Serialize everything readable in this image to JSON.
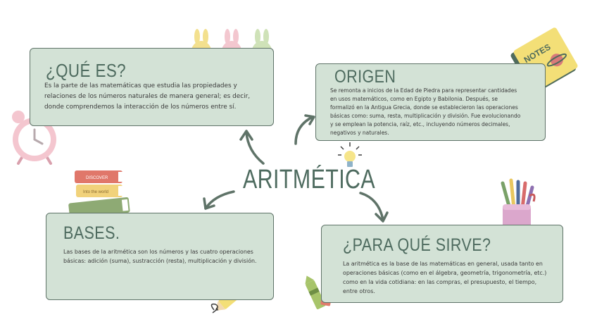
{
  "center": {
    "title": "ARITMÉTICA"
  },
  "cards": {
    "que_es": {
      "title": "¿QUÉ ES?",
      "lines": [
        "Es la parte de las matemáticas que estudia las propiedades y",
        "relaciones de los números naturales de manera general; es decir,",
        "donde comprendemos la interacción de los números entre sí."
      ]
    },
    "origen": {
      "title": "ORIGEN",
      "lines": [
        "Se remonta a inicios de la Edad de Piedra para representar cantidades",
        "en usos matemáticos, como en Egipto y Babilonia. Después, se",
        "formalizó en la Antigua Grecia, donde se establecieron las operaciones",
        "básicas como: suma, resta, multiplicación y división. Fue evolucionando",
        "y se emplean la potencia, raíz, etc., incluyendo números decimales,",
        "negativos y naturales."
      ]
    },
    "bases": {
      "title": "BASES.",
      "lines": [
        "Las bases de la aritmética son los números y las cuatro operaciones",
        "básicas: adición (suma), sustracción (resta), multiplicación y división."
      ]
    },
    "para_que": {
      "title": "¿PARA QUÉ SIRVE?",
      "lines": [
        "La aritmética es la base de las matemáticas en general, usada tanto en",
        "operaciones básicas (como en el álgebra, geometría, trigonometría, etc.)",
        "como en la vida cotidiana: en las compras, el presupuesto, el tiempo,",
        "entre otros."
      ]
    }
  },
  "decor": {
    "notebook_label": "NOTES",
    "book_titles": [
      "DISCOVER",
      "Into the world"
    ]
  },
  "colors": {
    "card_bg": "#d3e2d6",
    "card_border": "#5f7368",
    "title_green": "#4e6b5f",
    "arrow_green": "#5f7368"
  }
}
